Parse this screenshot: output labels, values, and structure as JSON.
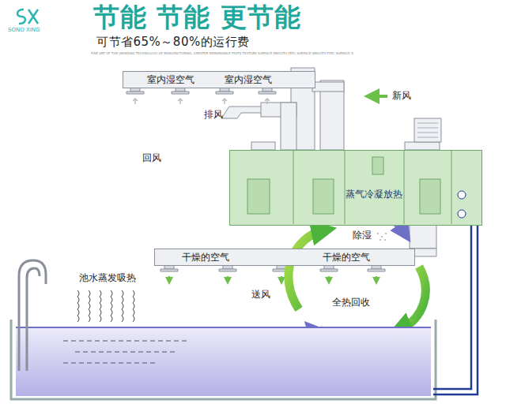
{
  "diagram": {
    "title": "节能 节能 更节能",
    "nodes": [
      {
        "text": [
          "室内湿空气",
          "室内湿空气"
        ]
      },
      {
        "text": [
          "蒸气冷凝放热"
        ]
      },
      {
        "text": [
          "干燥的空气",
          "干燥的空气"
        ]
      }
    ],
    "labels": [
      "SONO XING",
      "可节省65%～80%的运行费",
      "FINE ART OF THE GRINDING TECHNOLOGY OF MANUFACTURING, GREATER REMARKABLE FEATS TEXTURE SURFACE SMOOTH FEEL SURFACE SMOOTH FEEL SURFACE S",
      "排风",
      "新风",
      "回风",
      "除湿",
      "池水蒸发吸热",
      "送风",
      "全热回收"
    ]
  }
}
